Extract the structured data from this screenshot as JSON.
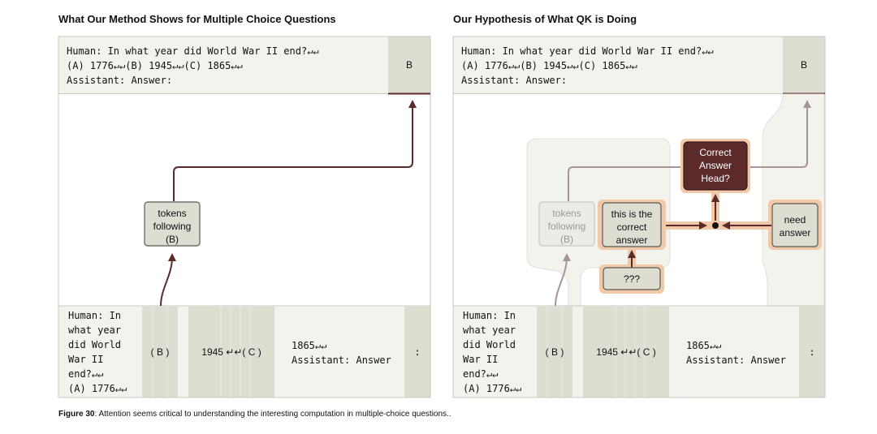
{
  "left_panel": {
    "title": "What Our Method Shows for Multiple Choice Questions",
    "prompt_line1": "Human: In what year did World War II end?↵↵",
    "prompt_line2": "(A) 1776↵↵(B) 1945↵↵(C) 1865↵↵",
    "prompt_line3": "Assistant: Answer:",
    "answer_token": "B",
    "feature_box": [
      "tokens",
      "following",
      "(B)"
    ],
    "bottom_text": "Human: In\nwhat year\ndid World\nWar II\nend?↵↵\n(A) 1776↵↵",
    "token_b": "( B )",
    "token_1945": "1945 ↵↵( C )",
    "token_1865_line1": "1865↵↵",
    "token_1865_line2": "Assistant: Answer",
    "token_colon": ":"
  },
  "right_panel": {
    "title": "Our Hypothesis of What QK is Doing",
    "prompt_line1": "Human: In what year did World War II end?↵↵",
    "prompt_line2": "(A) 1776↵↵(B) 1945↵↵(C) 1865↵↵",
    "prompt_line3": "Assistant: Answer:",
    "answer_token": "B",
    "feature_box": [
      "tokens",
      "following",
      "(B)"
    ],
    "correct_box": [
      "this is the",
      "correct",
      "answer"
    ],
    "unknown_box": "???",
    "head_box": [
      "Correct",
      "Answer",
      "Head?"
    ],
    "need_box": [
      "need",
      "answer"
    ],
    "bottom_text": "Human: In\nwhat year\ndid World\nWar II\nend?↵↵\n(A) 1776↵↵",
    "token_b": "( B )",
    "token_1945": "1945 ↵↵( C )",
    "token_1865_line1": "1865↵↵",
    "token_1865_line2": "Assistant: Answer",
    "token_colon": ":"
  },
  "caption": {
    "label": "Figure 30",
    "text": ": Attention seems critical to understanding the interesting computation in multiple-choice questions.."
  },
  "colors": {
    "arrow_dark": "#5c2a2a",
    "arrow_faded": "#a89494",
    "head_fill": "#5c2a2a",
    "glow": "#f2c9a8",
    "token_shade": "#deddd2",
    "panel_border": "#c8c8c2"
  }
}
